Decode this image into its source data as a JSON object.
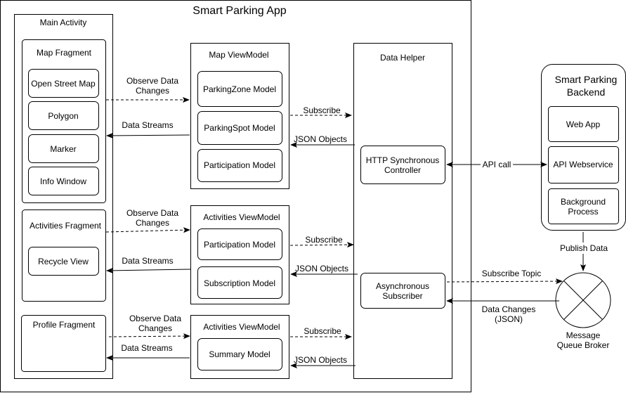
{
  "app": {
    "title": "Smart Parking App"
  },
  "main_activity": {
    "title": "Main Activity",
    "map_fragment": {
      "title": "Map Fragment",
      "items": [
        "Open Street Map",
        "Polygon",
        "Marker",
        "Info Window"
      ]
    },
    "activities_fragment": {
      "title": "Activities Fragment",
      "items": [
        "Recycle View"
      ]
    },
    "profile_fragment": {
      "title": "Profile Fragment"
    }
  },
  "map_viewmodel": {
    "title": "Map ViewModel",
    "items": [
      "ParkingZone Model",
      "ParkingSpot Model",
      "Participation Model"
    ]
  },
  "activities_viewmodel_1": {
    "title": "Activities ViewModel",
    "items": [
      "Participation Model",
      "Subscription Model"
    ]
  },
  "activities_viewmodel_2": {
    "title": "Activities ViewModel",
    "items": [
      "Summary Model"
    ]
  },
  "data_helper": {
    "title": "Data Helper",
    "http_controller": [
      "HTTP Synchronous",
      "Controller"
    ],
    "async_subscriber": [
      "Asynchronous",
      "Subscriber"
    ]
  },
  "backend": {
    "title": [
      "Smart Parking",
      "Backend"
    ],
    "web_app": "Web App",
    "api_webservice": "API Webservice",
    "background_process": [
      "Background",
      "Process"
    ]
  },
  "broker": {
    "label": [
      "Message",
      "Queue Broker"
    ]
  },
  "edges": {
    "observe_data_changes": [
      "Observe Data",
      "Changes"
    ],
    "data_streams": "Data Streams",
    "subscribe": "Subscribe",
    "json_objects": "JSON Objects",
    "api_call": "API call",
    "publish_data": "Publish Data",
    "subscribe_topic": "Subscribe Topic",
    "data_changes_json": [
      "Data Changes",
      "(JSON)"
    ]
  }
}
